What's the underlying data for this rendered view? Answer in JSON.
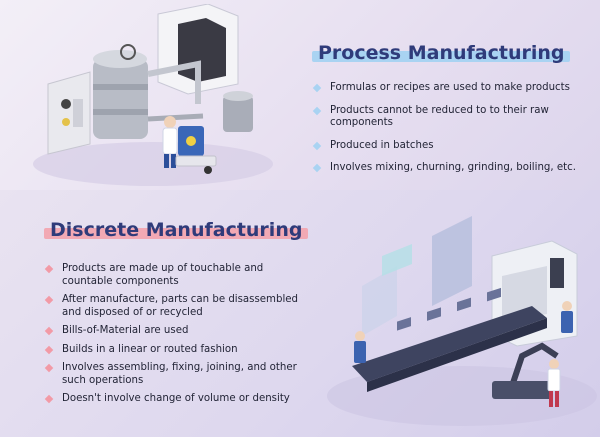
{
  "process": {
    "title": "Process Manufacturing",
    "bullets": [
      "Formulas or recipes are used to make products",
      "Products cannot be reduced to to their raw components",
      "Produced in batches",
      "Involves mixing, churning, grinding, boiling, etc."
    ]
  },
  "discrete": {
    "title": "Discrete Manufacturing",
    "bullets": [
      "Products are made up of touchable and countable components",
      "After manufacture, parts can be disassembled and disposed of or recycled",
      "Bills-of-Material are used",
      "Builds in a linear or routed fashion",
      "Involves assembling, fixing, joining, and other such operations",
      "Doesn't involve   change of volume or density"
    ]
  },
  "colors": {
    "title": "#2f3b7a",
    "process_accent": "#a9d3f2",
    "discrete_accent": "#f2a9b4"
  }
}
